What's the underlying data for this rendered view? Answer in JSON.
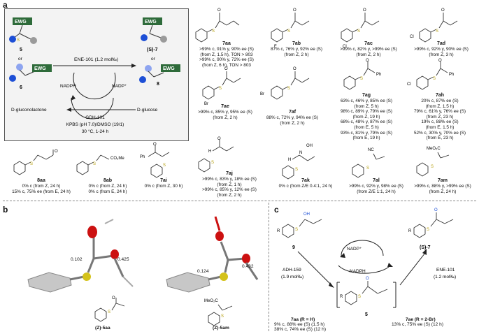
{
  "panels": {
    "a": "a",
    "b": "b",
    "c": "c"
  },
  "scheme_a": {
    "ewg": "EWG",
    "substrate_5": "5",
    "or": "or",
    "substrate_6": "6",
    "enzyme": "ENE-101 (1.2 mol‰)",
    "product_s7": "(S)-7",
    "product_8": "8",
    "nadph": "NADPH",
    "nadp": "NADP⁺",
    "gluconolactone": "D-gluconolactone",
    "glucose": "D-glucose",
    "gdh": "GDH-101",
    "buffer": "KPBS (pH 7.0)/DMSO (19/1)",
    "conditions": "30 °C, 1-24 h"
  },
  "compounds": [
    {
      "id": "7aa",
      "lines": [
        ">99% c, 91% y, 90% ee (S)",
        "(from Z, 1.5 h), TON > 803",
        ">99% c, 90% y, 72% ee (S)",
        "(from Z, 6 h), TON > 803"
      ]
    },
    {
      "id": "7ab",
      "lines": [
        "87% c, 76% y, 92% ee (S)",
        "(from Z, 2 h)"
      ]
    },
    {
      "id": "7ac",
      "lines": [
        ">99% c, 82% y, >99% ee (S)",
        "(from Z, 2 h)"
      ]
    },
    {
      "id": "7ad",
      "lines": [
        ">99% c, 92% y, 90% ee (S)",
        "(from Z, 3 h)"
      ]
    },
    {
      "id": "7ae",
      "lines": [
        ">99% c, 85% y, 95% ee (S)",
        "(from Z, 2 h)"
      ]
    },
    {
      "id": "7af",
      "lines": [
        "88% c, 72% y, 94% ee (S)",
        "(from Z, 2 h)"
      ]
    },
    {
      "id": "7ag",
      "lines": [
        "63% c, 46% y, 85% ee (S)",
        "(from Z, 5 h)",
        "98% c, 89% y, 79% ee (S)",
        "(from Z, 19 h)",
        "68% c, 48% y, 87% ee (S)",
        "(from E, 5 h)",
        "93% c, 81% y, 79% ee (S)",
        "(from E, 19 h)"
      ]
    },
    {
      "id": "7ah",
      "lines": [
        "20% c, 87% ee (S)",
        "(from Z, 1.5 h)",
        "79% c, 61% y, 76% ee (S)",
        "(from Z, 23 h)",
        "19% c, 88% ee (S)",
        "(from E, 1.5 h)",
        "52% c, 30% y, 70% ee (S)",
        "(from E, 23 h)"
      ]
    },
    {
      "id": "8aa",
      "lines": [
        "0% c (from Z, 24 h)",
        "15% c, 75% ee (from E, 24 h)"
      ]
    },
    {
      "id": "8ab",
      "lines": [
        "0% c (from Z, 24 h)",
        "0% c (from E, 24 h)"
      ]
    },
    {
      "id": "7ai",
      "lines": [
        "0% c (from Z, 30 h)"
      ]
    },
    {
      "id": "7aj",
      "lines": [
        ">99% c, 83% y, 18% ee (S)",
        "(from Z, 1 h)",
        ">99% c, 85% y, 12% ee (S)",
        "(from Z, 2 h)"
      ]
    },
    {
      "id": "7ak",
      "lines": [
        "0% c (from Z/E 0.4:1, 24 h)"
      ]
    },
    {
      "id": "7al",
      "lines": [
        ">99% c, 92% y, 98% ee (S)",
        "(from Z/E 1:1, 24 h)"
      ]
    },
    {
      "id": "7am",
      "lines": [
        ">99% c, 88% y, >99% ee (S)",
        "(from Z, 24 h)"
      ]
    }
  ],
  "atoms": {
    "O": "O",
    "S": "S",
    "F": "F",
    "Cl": "Cl",
    "Br": "Br",
    "Ph": "Ph",
    "OH": "OH",
    "NC": "NC",
    "N": "N",
    "H": "H",
    "MeO2C": "MeO₂C",
    "CO2Me": "CO₂Me",
    "R": "R"
  },
  "panel_b": {
    "val_left_1": "0.102",
    "val_left_2": "0.425",
    "val_right_1": "0.124",
    "val_right_2": "0.432",
    "label_left": "(Z)-5aa",
    "label_right": "(Z)-5am"
  },
  "panel_c": {
    "compound_9": "9",
    "product_s7": "(S)-7",
    "nadp": "NADP⁺",
    "nadph": "NADPH",
    "adh": "ADH-159",
    "adh_load": "(1.9 mol‰)",
    "ene": "ENE-101",
    "ene_load": "(1.2 mol‰)",
    "intermediate_5": "5",
    "result_7aa_title": "7aa (R = H)",
    "result_7aa_1": "9% c, 88% ee (S) (1.5 h)",
    "result_7aa_2": "38% c, 74% ee (S) (12 h)",
    "result_7ae_title": "7ae (R = 2-Br)",
    "result_7ae_1": "13% c, 75% ee (S) (12 h)"
  },
  "colors": {
    "ewg": "#2e6b3a",
    "sulfur": "#d4c21a",
    "oxygen": "#cc1111",
    "blue": "#1d4fd6",
    "grey": "#9a9a9a",
    "box": "#f3f3f3"
  }
}
